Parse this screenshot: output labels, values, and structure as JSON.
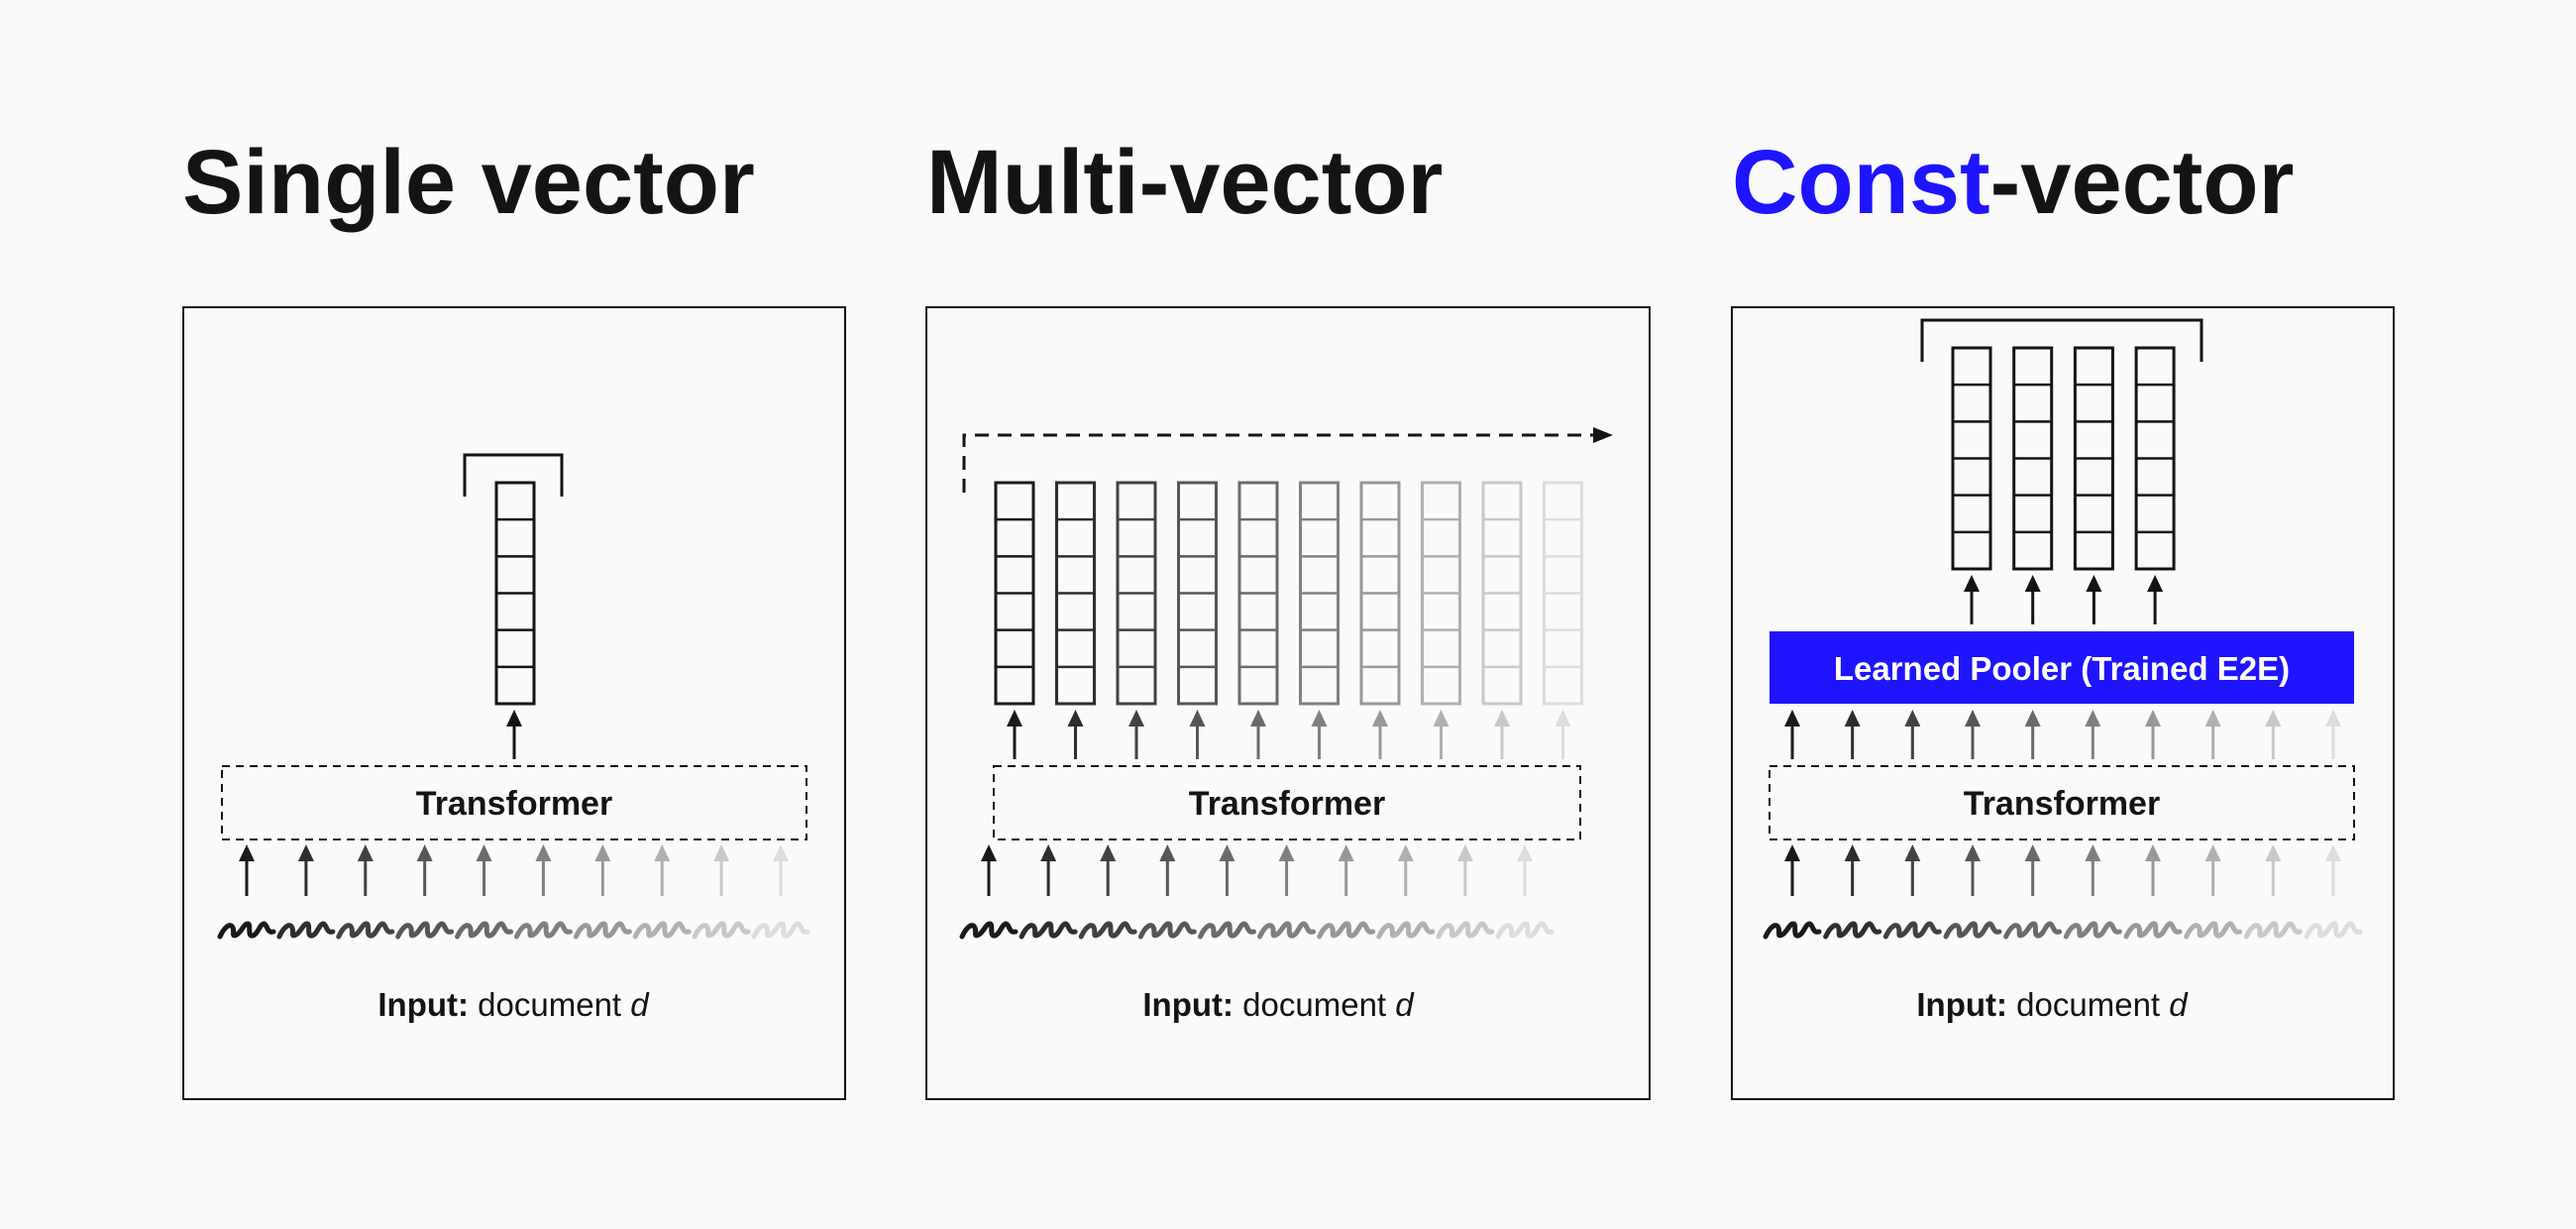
{
  "colors": {
    "accent": "#1f14ff",
    "ink": "#141414",
    "background": "#fafafa"
  },
  "panels": [
    {
      "title": "Single vector",
      "transformer_label": "Transformer",
      "input_bold": "Input:",
      "input_rest": " document ",
      "input_var": "d",
      "output_vectors": 1,
      "tokens": 10
    },
    {
      "title": "Multi-vector",
      "transformer_label": "Transformer",
      "input_bold": "Input:",
      "input_rest": " document ",
      "input_var": "d",
      "output_vectors": 10,
      "tokens": 10
    },
    {
      "title_accent": "Const",
      "title_rest": "-vector",
      "transformer_label": "Transformer",
      "pooler_label": "Learned Pooler (Trained E2E)",
      "input_bold": "Input:",
      "input_rest": " document ",
      "input_var": "d",
      "output_vectors": 4,
      "tokens": 10
    }
  ]
}
